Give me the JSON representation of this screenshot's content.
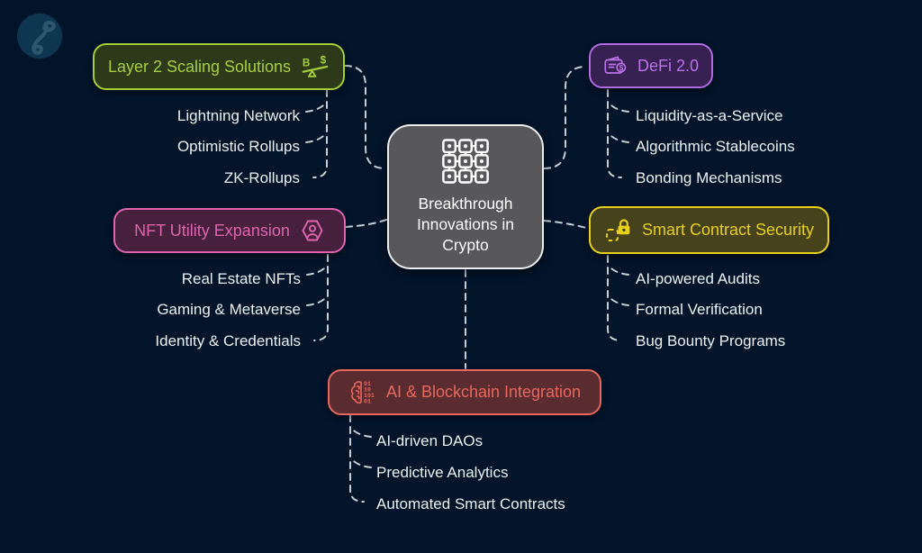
{
  "background_color": "#01142a",
  "connector_color": "#c6cdd5",
  "logo": {
    "icon": "curl-monogram-icon",
    "circle_color": "#0e3650"
  },
  "center": {
    "title": "Breakthrough Innovations in Crypto",
    "icon": "blockchain-grid-icon",
    "fill": "#58585a",
    "border": "#eeeeee"
  },
  "branches": {
    "layer2": {
      "label": "Layer 2 Scaling Solutions",
      "color": "#a6ce39",
      "icon": "balance-scale-icon",
      "items": [
        "Lightning Network",
        "Optimistic Rollups",
        "ZK-Rollups"
      ]
    },
    "nft": {
      "label": "NFT Utility Expansion",
      "color": "#de64ad",
      "icon": "hexagon-avatar-icon",
      "items": [
        "Real Estate NFTs",
        "Gaming & Metaverse",
        "Identity & Credentials"
      ]
    },
    "defi": {
      "label": "DeFi 2.0",
      "color": "#b16be0",
      "icon": "wallet-coin-icon",
      "items": [
        "Liquidity-as-a-Service",
        "Algorithmic Stablecoins",
        "Bonding Mechanisms"
      ]
    },
    "security": {
      "label": "Smart Contract Security",
      "color": "#e8d019",
      "icon": "lock-contract-icon",
      "items": [
        "AI-powered Audits",
        "Formal Verification",
        "Bug Bounty Programs"
      ]
    },
    "ai": {
      "label": "AI & Blockchain Integration",
      "color": "#e7685e",
      "icon": "brain-binary-icon",
      "items": [
        "AI-driven DAOs",
        "Predictive Analytics",
        "Automated Smart Contracts"
      ]
    }
  }
}
